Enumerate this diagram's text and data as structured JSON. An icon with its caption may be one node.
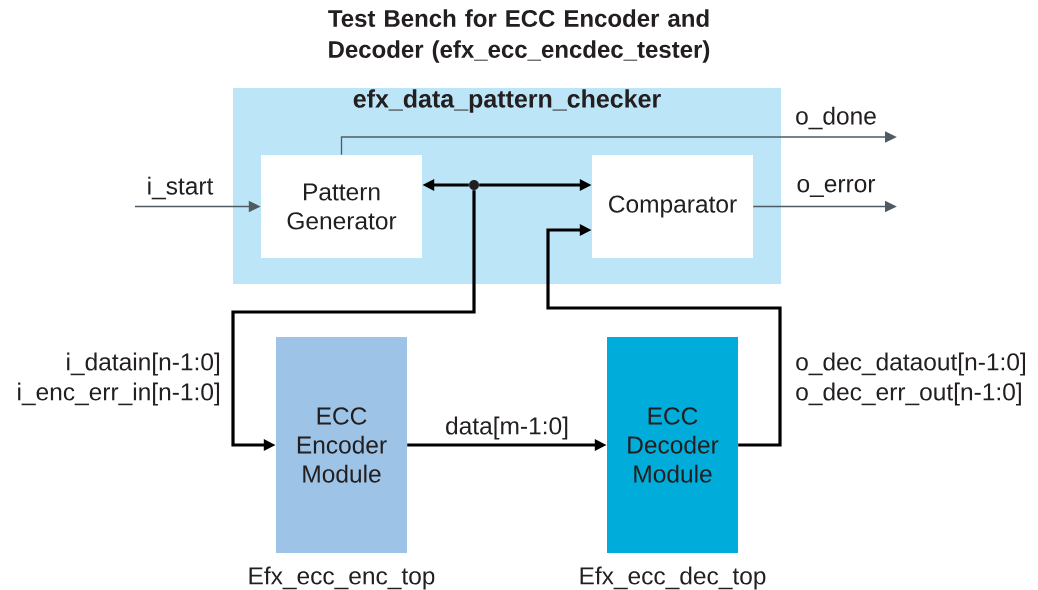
{
  "diagram": {
    "title": "Test Bench for ECC Encoder and Decoder (efx_ecc_encdec_tester)",
    "nodes": [
      {
        "text": [
          "efx_data_pattern_checker"
        ]
      },
      {
        "text": [
          "Pattern Generator"
        ],
        "in": 0
      },
      {
        "text": [
          "Comparator"
        ],
        "in": 0
      },
      {
        "text": [
          "ECC Encoder Module"
        ],
        "beside": [
          "Efx_ecc_enc_top"
        ]
      },
      {
        "text": [
          "ECC Decoder Module"
        ],
        "beside": [
          "Efx_ecc_dec_top"
        ]
      },
      {
        "text": [],
        "shape": "circle",
        "in": 0
      }
    ],
    "edges": [
      {
        "from": null,
        "to": 1,
        "arrow": "to",
        "label": "i_start",
        "color": "#4f5b63"
      },
      {
        "from": 1,
        "to": null,
        "arrow": "to",
        "label": "o_done",
        "color": "#4f5b63"
      },
      {
        "from": 2,
        "to": null,
        "arrow": "to",
        "label": "o_error",
        "color": "#4f5b63"
      },
      {
        "from": 5,
        "to": 1,
        "arrow": "to"
      },
      {
        "from": 5,
        "to": 2,
        "arrow": "to"
      },
      {
        "from": 5,
        "to": 3,
        "arrow": "to",
        "label": "i_datain[n-1:0] i_enc_err_in[n-1:0]"
      },
      {
        "from": 3,
        "to": 4,
        "arrow": "to",
        "label": "data[m-1:0]"
      },
      {
        "from": 4,
        "to": 2,
        "arrow": "to",
        "label": "o_dec_dataout[n-1:0] o_dec_err_out[n-1:0]"
      }
    ]
  }
}
